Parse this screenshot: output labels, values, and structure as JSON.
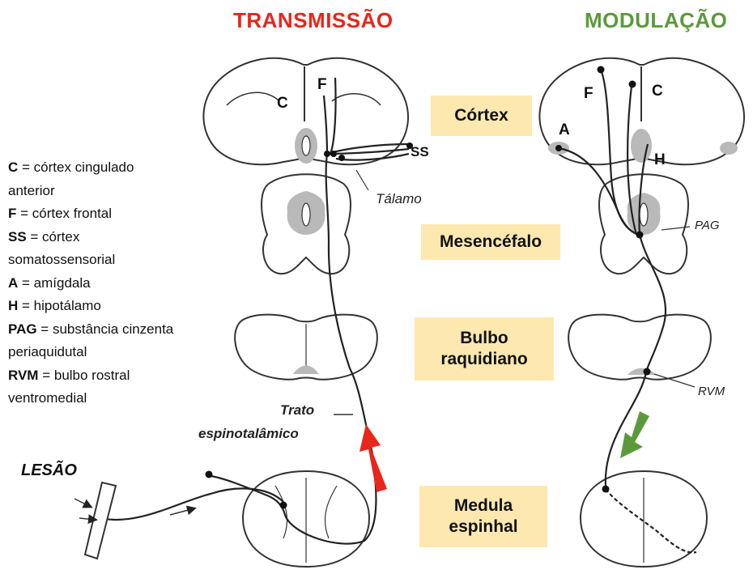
{
  "headings": {
    "transmission": "TRANSMISSÃO",
    "modulation": "MODULAÇÃO"
  },
  "regions": {
    "cortex": "Córtex",
    "mesencephalon": "Mesencéfalo",
    "bulbo_line1": "Bulbo",
    "bulbo_line2": "raquidiano",
    "medula_line1": "Medula",
    "medula_line2": "espinhal"
  },
  "legend": [
    {
      "abbr": "C",
      "text": " = córtex cingulado"
    },
    {
      "abbr": "",
      "text": "anterior"
    },
    {
      "abbr": "F",
      "text": " = córtex frontal"
    },
    {
      "abbr": "SS",
      "text": " = córtex"
    },
    {
      "abbr": "",
      "text": "somatossensorial"
    },
    {
      "abbr": "A",
      "text": " = amígdala"
    },
    {
      "abbr": "H",
      "text": " = hipotálamo"
    },
    {
      "abbr": "PAG",
      "text": " = substância cinzenta"
    },
    {
      "abbr": "",
      "text": "periaquidutal"
    },
    {
      "abbr": "RVM",
      "text": " = bulbo rostral"
    },
    {
      "abbr": "",
      "text": "ventromedial"
    }
  ],
  "diagram_labels": {
    "left_C": "C",
    "left_F": "F",
    "left_SS": "SS",
    "talamo": "Tálamo",
    "trato_line1": "Trato",
    "trato_line2": "espinotalâmico",
    "lesao": "LESÃO",
    "right_A": "A",
    "right_F": "F",
    "right_C": "C",
    "right_H": "H",
    "pag": "PAG",
    "rvm": "RVM"
  },
  "colors": {
    "transmission": "#e8261c",
    "modulation": "#5b9a3a",
    "region_box": "#fde8b0",
    "gray_matter": "#b9b9b9"
  }
}
